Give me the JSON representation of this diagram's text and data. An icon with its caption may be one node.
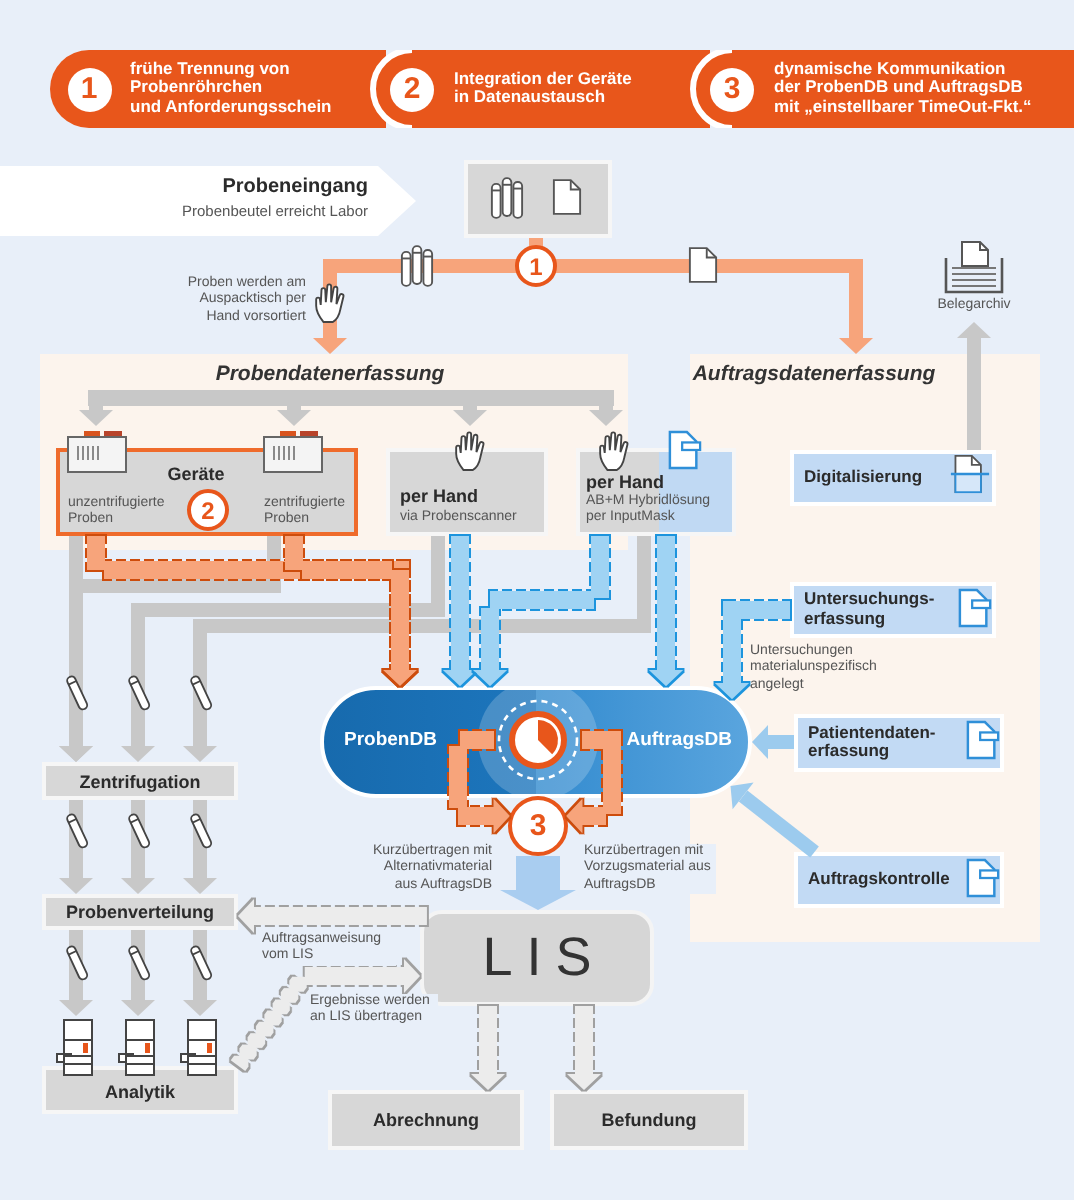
{
  "diagram": {
    "nodes": [
      {
        "text": [
          "1",
          "frühe Trennung von Probenröhrchen und Anforderungsschein"
        ]
      },
      {
        "text": [
          "2",
          "Integration der Geräte in Datenaustausch"
        ]
      },
      {
        "text": [
          "3",
          "dynamische Kommunikation der ProbenDB und AuftragsDB mit „einstellbarer TimeOut-Fkt.“"
        ]
      },
      {
        "text": [
          "Probeneingang",
          "Probenbeutel erreicht Labor"
        ]
      },
      {
        "text": [],
        "shape": "box"
      },
      {
        "text": [
          "Belegarchiv"
        ]
      },
      {
        "text": [
          "Probendatenerfassung"
        ]
      },
      {
        "text": [],
        "shape": "bar",
        "in": 6
      },
      {
        "text": [
          "Geräte",
          "unzentrifugierte Proben",
          "2",
          "zentrifugierte Proben"
        ],
        "in": 6
      },
      {
        "text": [
          "per Hand",
          "via Probenscanner"
        ],
        "in": 6
      },
      {
        "text": [
          "per Hand",
          "AB+M Hybridlösung per InputMask"
        ]
      },
      {
        "text": [
          "Auftragsdatenerfassung"
        ]
      },
      {
        "text": [
          "Digitalisierung"
        ],
        "in": 11
      },
      {
        "text": [
          "Untersuchungs- erfassung"
        ],
        "in": 11
      },
      {
        "text": [
          "ProbenDB",
          "AuftragsDB"
        ]
      },
      {
        "text": [],
        "shape": "picture",
        "in": 14
      },
      {
        "text": [
          "Patientendaten- erfassung"
        ],
        "in": 11
      },
      {
        "text": [
          "Zentrifugation"
        ]
      },
      {
        "text": [
          "3"
        ]
      },
      {
        "text": [
          "Auftragskontrolle"
        ],
        "in": 11
      },
      {
        "text": [
          "Probenverteilung"
        ]
      },
      {
        "text": [
          "LIS"
        ]
      },
      {
        "text": [
          "Analytik"
        ]
      },
      {
        "text": [
          "Abrechnung"
        ]
      },
      {
        "text": [
          "Befundung"
        ]
      }
    ],
    "edges": [
      {
        "from": 4,
        "to": 6,
        "arrow": "to",
        "color": "#f7a47b"
      },
      {
        "from": 4,
        "to": 11,
        "arrow": "to",
        "color": "#f7a47b"
      },
      {
        "from": 7,
        "to": 8,
        "arrow": "to"
      },
      {
        "from": 7,
        "to": 8,
        "arrow": "to"
      },
      {
        "from": 7,
        "to": 9,
        "arrow": "to"
      },
      {
        "from": 7,
        "to": 10,
        "arrow": "to"
      },
      {
        "from": 8,
        "to": 17,
        "arrow": "to"
      },
      {
        "from": 8,
        "to": 17,
        "arrow": "to"
      },
      {
        "from": 9,
        "to": 17,
        "arrow": "to"
      },
      {
        "from": 10,
        "to": 17,
        "arrow": "to"
      },
      {
        "from": 8,
        "to": 14,
        "arrow": "to",
        "style": "dashed",
        "color": "#f7a47b"
      },
      {
        "from": 8,
        "to": 14,
        "arrow": "to",
        "style": "dashed",
        "color": "#f7a47b"
      },
      {
        "from": 9,
        "to": 14,
        "arrow": "to",
        "style": "dashed",
        "color": "#9fd3f3"
      },
      {
        "from": 10,
        "to": 14,
        "arrow": "to",
        "style": "dashed",
        "color": "#9fd3f3"
      },
      {
        "from": 10,
        "to": 14,
        "arrow": "to",
        "style": "dashed",
        "color": "#9fd3f3"
      },
      {
        "from": 13,
        "to": 14,
        "arrow": "to",
        "style": "dashed",
        "color": "#9fd3f3"
      },
      {
        "from": 16,
        "to": 14,
        "arrow": "to",
        "color": "#9ccbee"
      },
      {
        "from": 19,
        "to": 14,
        "arrow": "to",
        "color": "#9ccbee"
      },
      {
        "from": 12,
        "to": 5,
        "arrow": "to"
      },
      {
        "from": 15,
        "to": 18,
        "arrow": "to",
        "style": "dashed",
        "color": "#f7a47b",
        "label": "Kurzübertragen mit Alternativmaterial aus AuftragsDB"
      },
      {
        "from": 15,
        "to": 18,
        "arrow": "to",
        "style": "dashed",
        "color": "#f7a47b",
        "label": "Kurzübertragen mit Vorzugsmaterial aus AuftragsDB"
      },
      {
        "from": 18,
        "to": 21,
        "arrow": "to",
        "style": "thick",
        "color": "#a9cdf0"
      },
      {
        "from": 21,
        "to": 20,
        "arrow": "to",
        "style": "dashed",
        "color": "#ececec",
        "label": "Auftragsanweisung vom LIS"
      },
      {
        "from": 22,
        "to": 21,
        "arrow": "to",
        "style": "dashed",
        "color": "#ececec",
        "label": "Ergebnisse werden an LIS übertragen"
      },
      {
        "from": 21,
        "to": 23,
        "arrow": "to",
        "style": "dashed",
        "color": "#ececec"
      },
      {
        "from": 21,
        "to": 24,
        "arrow": "to",
        "style": "dashed",
        "color": "#ececec"
      },
      {
        "from": 17,
        "to": 20,
        "arrow": "to"
      },
      {
        "from": 17,
        "to": 20,
        "arrow": "to"
      },
      {
        "from": 17,
        "to": 20,
        "arrow": "to"
      },
      {
        "from": 20,
        "to": 22,
        "arrow": "to"
      },
      {
        "from": 20,
        "to": 22,
        "arrow": "to"
      },
      {
        "from": 20,
        "to": 22,
        "arrow": "to"
      }
    ],
    "labels": [
      "1",
      "Proben werden am Auspacktisch per Hand vorsortiert",
      "Untersuchungen materialunspezifisch angelegt"
    ]
  }
}
